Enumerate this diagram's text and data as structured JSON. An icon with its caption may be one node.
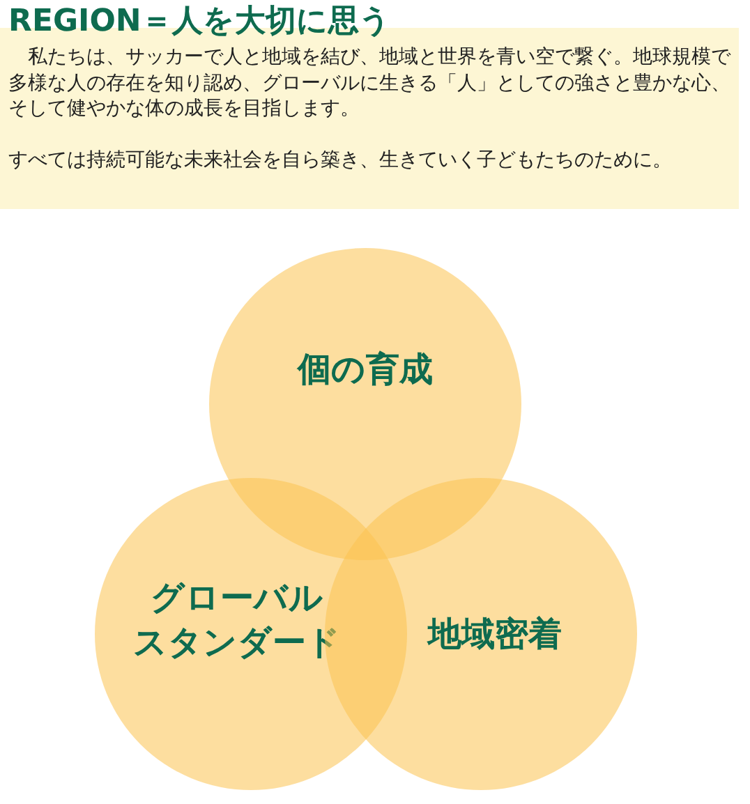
{
  "diagram": {
    "title": "REGION＝人を大切に思う",
    "nodes": [
      {
        "text": [
          "個の育成"
        ]
      },
      {
        "text": [
          "グローバルスタンダード"
        ]
      },
      {
        "text": [
          "地域密着"
        ]
      }
    ],
    "labels": [
      "私たちは、サッカーで人と地域を結び、地域と世界を青い空で繋ぐ。地球規模で多様な人の存在を知り認め、グローバルに生きる「人」としての強さと豊かな心、そして健やかな体の成長を目指します。",
      "すべては持続可能な未来社会を自ら築き、生きていく子どもたちのために。"
    ]
  }
}
